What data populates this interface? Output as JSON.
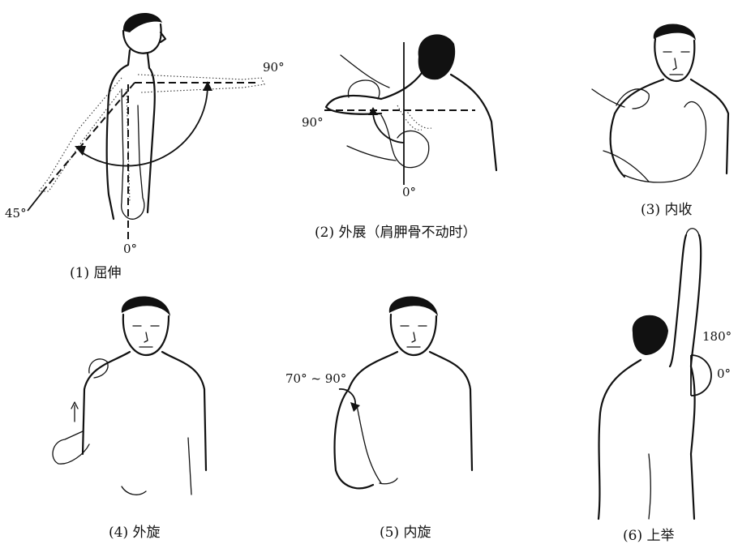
{
  "panels": [
    {
      "id": "flexion-extension",
      "caption": "(1) 屈伸",
      "angles": {
        "top": "90°",
        "side": "45°",
        "bottom": "0°"
      }
    },
    {
      "id": "abduction",
      "caption": "(2) 外展（肩胛骨不动时）",
      "angles": {
        "left": "90°",
        "bottom": "0°"
      }
    },
    {
      "id": "adduction",
      "caption": "(3) 内收"
    },
    {
      "id": "external-rotation",
      "caption": "(4) 外旋"
    },
    {
      "id": "internal-rotation",
      "caption": "(5) 内旋",
      "angles": {
        "range": "70° ~ 90°"
      }
    },
    {
      "id": "elevation",
      "caption": "(6) 上举",
      "angles": {
        "top": "180°",
        "side": "0°"
      }
    }
  ]
}
